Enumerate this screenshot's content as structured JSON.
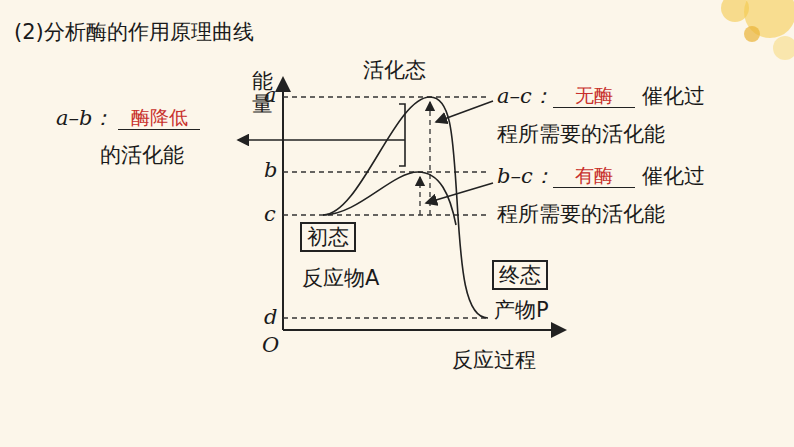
{
  "diagram": {
    "title": "(2)分析酶的作用原理曲线",
    "nodes": [
      {
        "text": [
          "初态"
        ]
      },
      {
        "text": [
          "终态"
        ]
      }
    ],
    "labels": [
      "能量",
      "活化态",
      "a",
      "b",
      "c",
      "d",
      "O",
      "反应过程",
      "反应物A",
      "产物P",
      "a–b：",
      "酶降低",
      "的活化能",
      "a–c：",
      "无酶",
      "催化过",
      "程所需要的活化能",
      "b–c：",
      "有酶",
      "催化过",
      "程所需要的活化能"
    ]
  }
}
